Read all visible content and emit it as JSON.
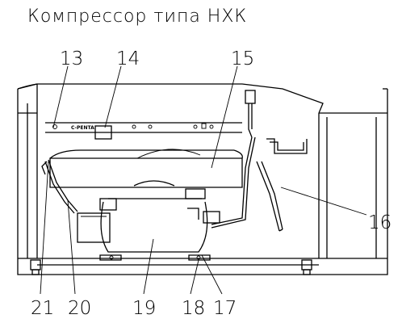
{
  "title": "Компрессор типа НХК",
  "plate_text": "C-PENTA",
  "callouts": [
    "13",
    "14",
    "15",
    "16",
    "17",
    "18",
    "19",
    "20",
    "21"
  ]
}
